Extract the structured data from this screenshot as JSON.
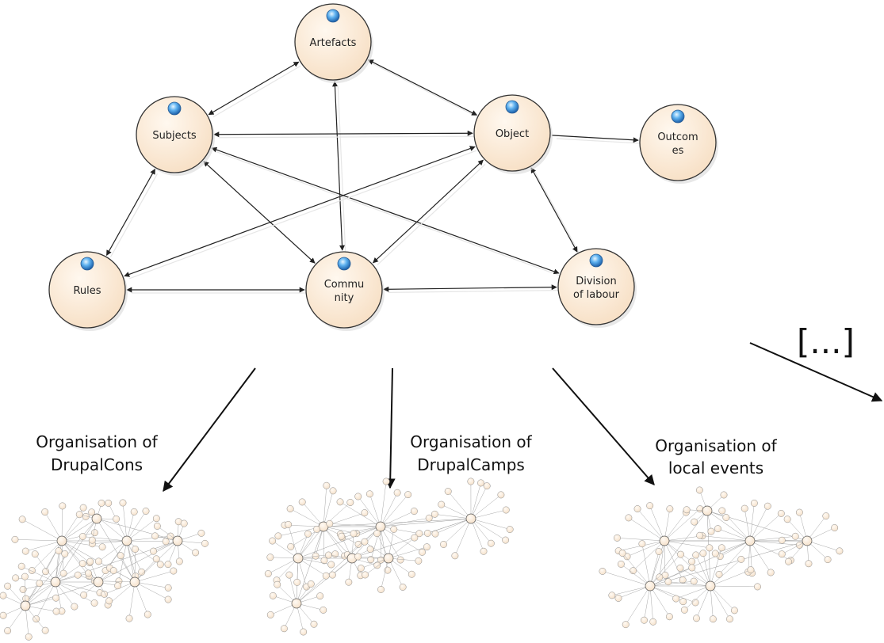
{
  "diagram": {
    "nodes": [
      {
        "id": "artefacts",
        "lines": [
          "Artefacts"
        ]
      },
      {
        "id": "subjects",
        "lines": [
          "Subjects"
        ]
      },
      {
        "id": "object",
        "lines": [
          "Object"
        ]
      },
      {
        "id": "outcomes",
        "lines": [
          "Outcom",
          "es"
        ]
      },
      {
        "id": "rules",
        "lines": [
          "Rules"
        ]
      },
      {
        "id": "community",
        "lines": [
          "Commu",
          "nity"
        ]
      },
      {
        "id": "division",
        "lines": [
          "Division",
          "of labour"
        ]
      }
    ],
    "edges": [
      {
        "from": "subjects",
        "to": "artefacts",
        "bidirectional": true
      },
      {
        "from": "artefacts",
        "to": "object",
        "bidirectional": true
      },
      {
        "from": "artefacts",
        "to": "community",
        "bidirectional": true
      },
      {
        "from": "subjects",
        "to": "object",
        "bidirectional": true
      },
      {
        "from": "object",
        "to": "outcomes",
        "bidirectional": false
      },
      {
        "from": "subjects",
        "to": "rules",
        "bidirectional": true
      },
      {
        "from": "subjects",
        "to": "community",
        "bidirectional": true
      },
      {
        "from": "subjects",
        "to": "division",
        "bidirectional": true
      },
      {
        "from": "rules",
        "to": "object",
        "bidirectional": true
      },
      {
        "from": "object",
        "to": "community",
        "bidirectional": true
      },
      {
        "from": "object",
        "to": "division",
        "bidirectional": true
      },
      {
        "from": "rules",
        "to": "community",
        "bidirectional": true
      },
      {
        "from": "community",
        "to": "division",
        "bidirectional": true
      }
    ],
    "colors": {
      "node_fill": "#fbe8d3",
      "node_stroke": "#333333",
      "edge": "#222222",
      "badge": "#3f8fd8"
    }
  },
  "captions": [
    {
      "id": "drupalcons",
      "lines": [
        "Organisation of",
        "DrupalCons"
      ]
    },
    {
      "id": "drupalcamps",
      "lines": [
        "Organisation of",
        "DrupalCamps"
      ]
    },
    {
      "id": "local-events",
      "lines": [
        "Organisation of",
        "local events"
      ]
    }
  ],
  "ellipsis": "[...]"
}
